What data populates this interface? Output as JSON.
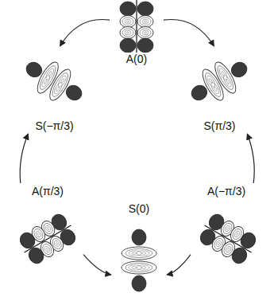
{
  "diagram": {
    "nodes": [
      {
        "text": [
          "A(0)"
        ]
      },
      {
        "text": [
          "S(−π/3)"
        ]
      },
      {
        "text": [
          "S(π/3)"
        ]
      },
      {
        "text": [
          "A(π/3)"
        ]
      },
      {
        "text": [
          "A(−π/3)"
        ]
      },
      {
        "text": [
          "S(0)"
        ]
      }
    ],
    "edges": [
      {
        "from": 0,
        "to": 1,
        "arrow": "to"
      },
      {
        "from": 0,
        "to": 2,
        "arrow": "to"
      },
      {
        "from": 3,
        "to": 1,
        "arrow": "to"
      },
      {
        "from": 4,
        "to": 2,
        "arrow": "to"
      },
      {
        "from": 3,
        "to": 5,
        "arrow": "to"
      },
      {
        "from": 4,
        "to": 5,
        "arrow": "to"
      }
    ]
  }
}
